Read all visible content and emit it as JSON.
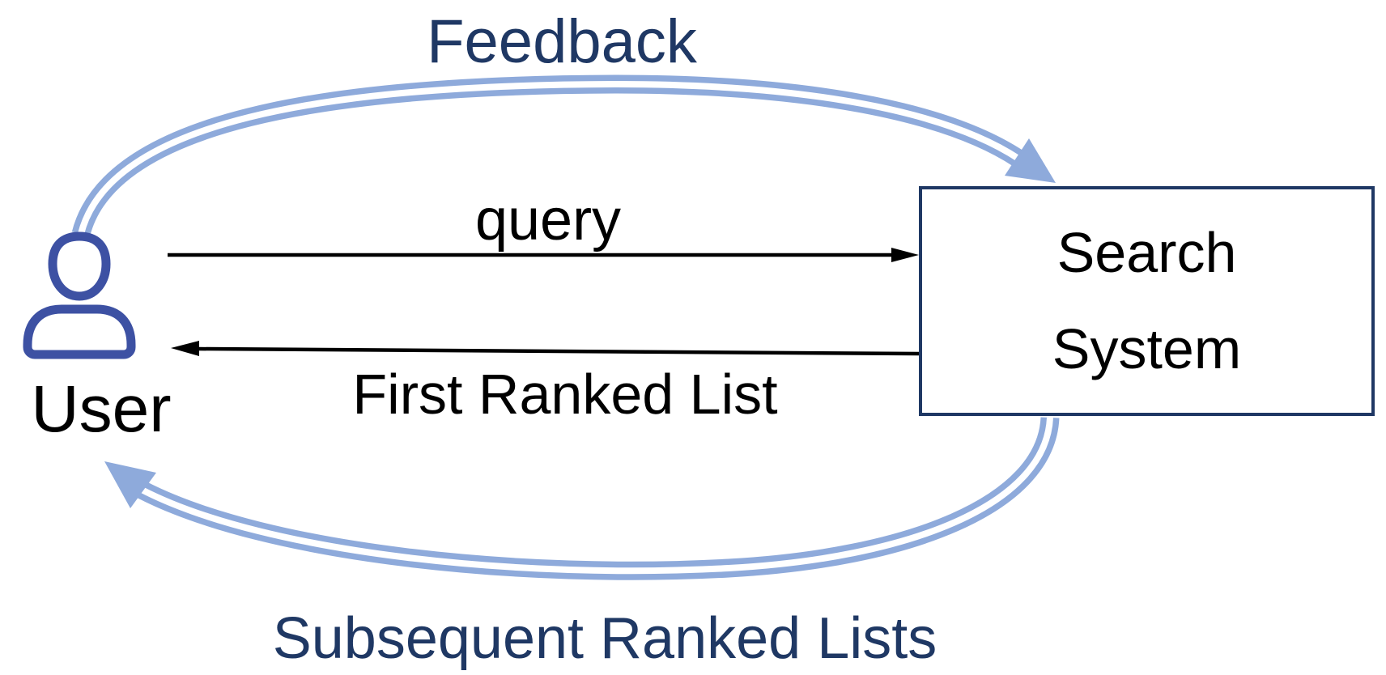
{
  "nodes": {
    "user": {
      "label": "User"
    },
    "search_system": {
      "label": "Search System",
      "lines": [
        "Search",
        "System"
      ]
    }
  },
  "edges": {
    "query": {
      "label": "query",
      "from": "User",
      "to": "Search System",
      "style": "black-straight-arrow"
    },
    "first_ranked_list": {
      "label": "First Ranked List",
      "from": "Search System",
      "to": "User",
      "style": "black-straight-arrow"
    },
    "feedback": {
      "label": "Feedback",
      "from": "User",
      "to": "Search System",
      "style": "blue-double-curve-arrow"
    },
    "subsequent_ranked_lists": {
      "label": "Subsequent Ranked Lists",
      "from": "Search System",
      "to": "User",
      "style": "blue-double-curve-arrow"
    }
  },
  "icons": {
    "user": "person-outline-icon"
  },
  "colors": {
    "navy": "#1F3864",
    "arc-blue": "#8EAADB",
    "icon-blue": "#3D51A3",
    "text-black": "#000000",
    "background": "#FFFFFF"
  }
}
